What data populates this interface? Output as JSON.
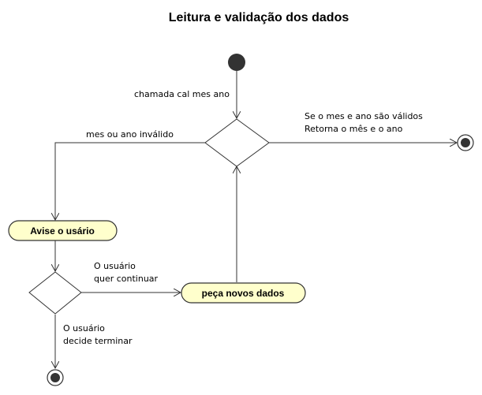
{
  "title": "Leitura e validação dos dados",
  "activities": {
    "warn_user": "Avise o usário",
    "ask_new_data": "peça novos dados"
  },
  "edge_labels": {
    "call": "chamada cal mes ano",
    "invalid": "mes ou ano inválido",
    "valid_line1": "Se o mes e ano são válidos",
    "valid_line2": "Retorna o mês e o ano",
    "continue_line1": "O usuário",
    "continue_line2": "quer continuar",
    "terminate_line1": "O usuário",
    "terminate_line2": "decide terminar"
  }
}
